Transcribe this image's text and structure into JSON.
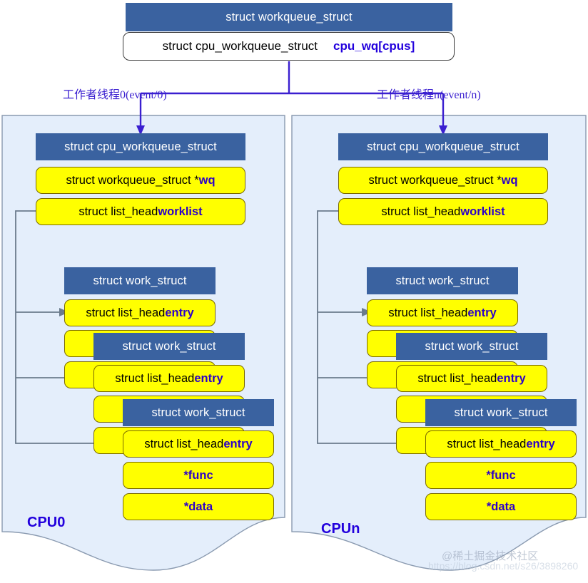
{
  "top": {
    "header": "struct workqueue_struct",
    "field_type": "struct cpu_workqueue_struct",
    "field_name": "cpu_wq[cpus]"
  },
  "labels": {
    "left_thread": "工作者线程0(event/0)",
    "right_thread": "工作者线程n(event/n)"
  },
  "colors": {
    "header_blue": "#3a62a0",
    "field_yellow": "#ffff00",
    "panel_blue": "#e4eefb",
    "accent_purple": "#2200dd",
    "connector_gray": "#6b7b8c",
    "arrow_purple": "#3a1fd0"
  },
  "panels": [
    {
      "id": "cpu0",
      "cpu_label": "CPU0",
      "cwq": {
        "header": "struct cpu_workqueue_struct",
        "rows": [
          {
            "type": "struct workqueue_struct *",
            "name": "wq"
          },
          {
            "type": "struct list_head ",
            "name": "worklist"
          }
        ]
      },
      "works": [
        {
          "header": "struct work_struct",
          "rows": [
            {
              "type": "struct list_head ",
              "name": "entry"
            }
          ]
        },
        {
          "header": "struct work_struct",
          "rows": [
            {
              "type": "struct list_head ",
              "name": "entry"
            }
          ]
        },
        {
          "header": "struct work_struct",
          "rows": [
            {
              "type": "struct list_head ",
              "name": "entry"
            },
            {
              "type": "",
              "name": "*func"
            },
            {
              "type": "",
              "name": "*data"
            }
          ]
        }
      ]
    },
    {
      "id": "cpun",
      "cpu_label": "CPUn",
      "cwq": {
        "header": "struct cpu_workqueue_struct",
        "rows": [
          {
            "type": "struct workqueue_struct *",
            "name": "wq"
          },
          {
            "type": "struct list_head ",
            "name": "worklist"
          }
        ]
      },
      "works": [
        {
          "header": "struct work_struct",
          "rows": [
            {
              "type": "struct list_head ",
              "name": "entry"
            }
          ]
        },
        {
          "header": "struct work_struct",
          "rows": [
            {
              "type": "struct list_head ",
              "name": "entry"
            }
          ]
        },
        {
          "header": "struct work_struct",
          "rows": [
            {
              "type": "struct list_head ",
              "name": "entry"
            },
            {
              "type": "",
              "name": "*func"
            },
            {
              "type": "",
              "name": "*data"
            }
          ]
        }
      ]
    }
  ],
  "watermark": {
    "text": "@稀土掘金技术社区",
    "url": "https://blog.csdn.net/s26/3898260"
  }
}
